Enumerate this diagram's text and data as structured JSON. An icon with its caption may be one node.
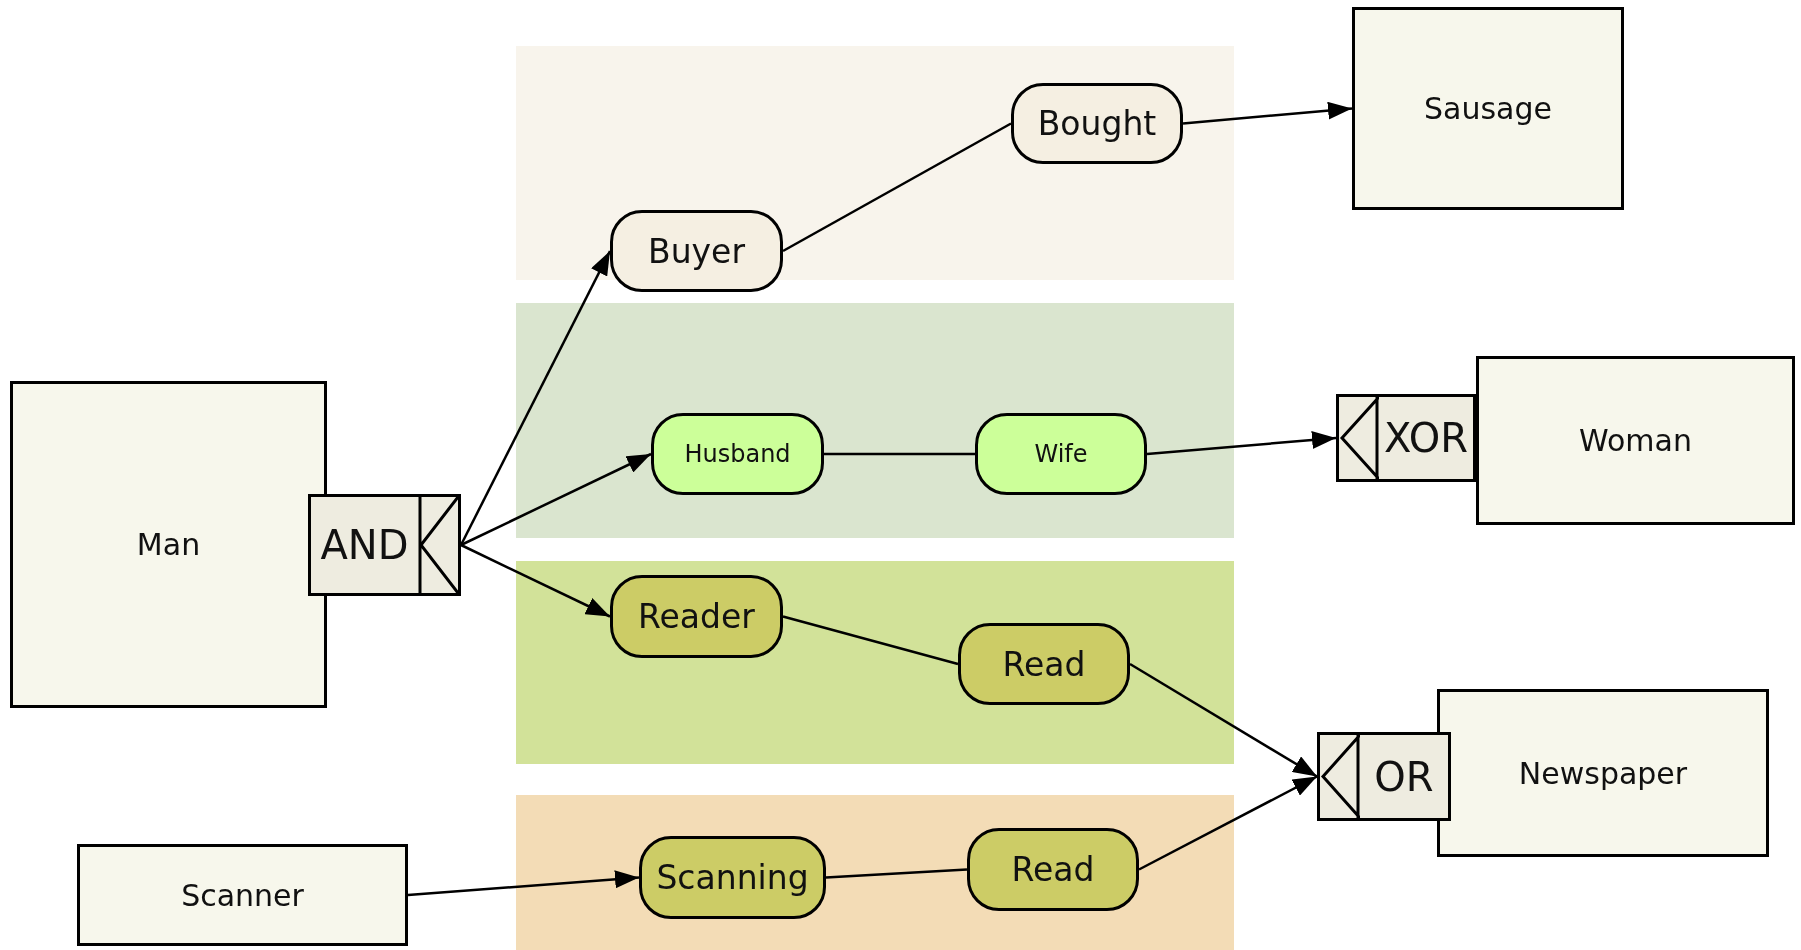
{
  "diagram": {
    "nodes": [
      {
        "text": [
          "Man"
        ]
      },
      {
        "text": [
          "AND"
        ]
      },
      {
        "text": [],
        "shape": "band"
      },
      {
        "text": [
          "Buyer"
        ]
      },
      {
        "text": [
          "Bought"
        ],
        "in": 2
      },
      {
        "text": [
          "Sausage"
        ]
      },
      {
        "text": [],
        "shape": "band"
      },
      {
        "text": [
          "Husband"
        ],
        "in": 6
      },
      {
        "text": [
          "Wife"
        ],
        "in": 6
      },
      {
        "text": [
          "XOR"
        ]
      },
      {
        "text": [
          "Woman"
        ]
      },
      {
        "text": [],
        "shape": "band"
      },
      {
        "text": [
          "Reader"
        ],
        "in": 11
      },
      {
        "text": [
          "Read"
        ],
        "in": 11
      },
      {
        "text": [
          "OR"
        ]
      },
      {
        "text": [
          "Newspaper"
        ]
      },
      {
        "text": [
          "Scanner"
        ]
      },
      {
        "text": [],
        "shape": "band"
      },
      {
        "text": [
          "Scanning"
        ],
        "in": 17
      },
      {
        "text": [
          "Read"
        ],
        "in": 17
      }
    ],
    "edges": [
      {
        "from": 1,
        "to": 3,
        "arrow": "to"
      },
      {
        "from": 1,
        "to": 7,
        "arrow": "to"
      },
      {
        "from": 1,
        "to": 12,
        "arrow": "to"
      },
      {
        "from": 3,
        "to": 4,
        "arrow": "none"
      },
      {
        "from": 4,
        "to": 5,
        "arrow": "to"
      },
      {
        "from": 7,
        "to": 8,
        "arrow": "none"
      },
      {
        "from": 8,
        "to": 9,
        "arrow": "to"
      },
      {
        "from": 12,
        "to": 13,
        "arrow": "none"
      },
      {
        "from": 13,
        "to": 14,
        "arrow": "to"
      },
      {
        "from": 16,
        "to": 18,
        "arrow": "to"
      },
      {
        "from": 18,
        "to": 19,
        "arrow": "none"
      },
      {
        "from": 19,
        "to": 14,
        "arrow": "to"
      }
    ]
  }
}
